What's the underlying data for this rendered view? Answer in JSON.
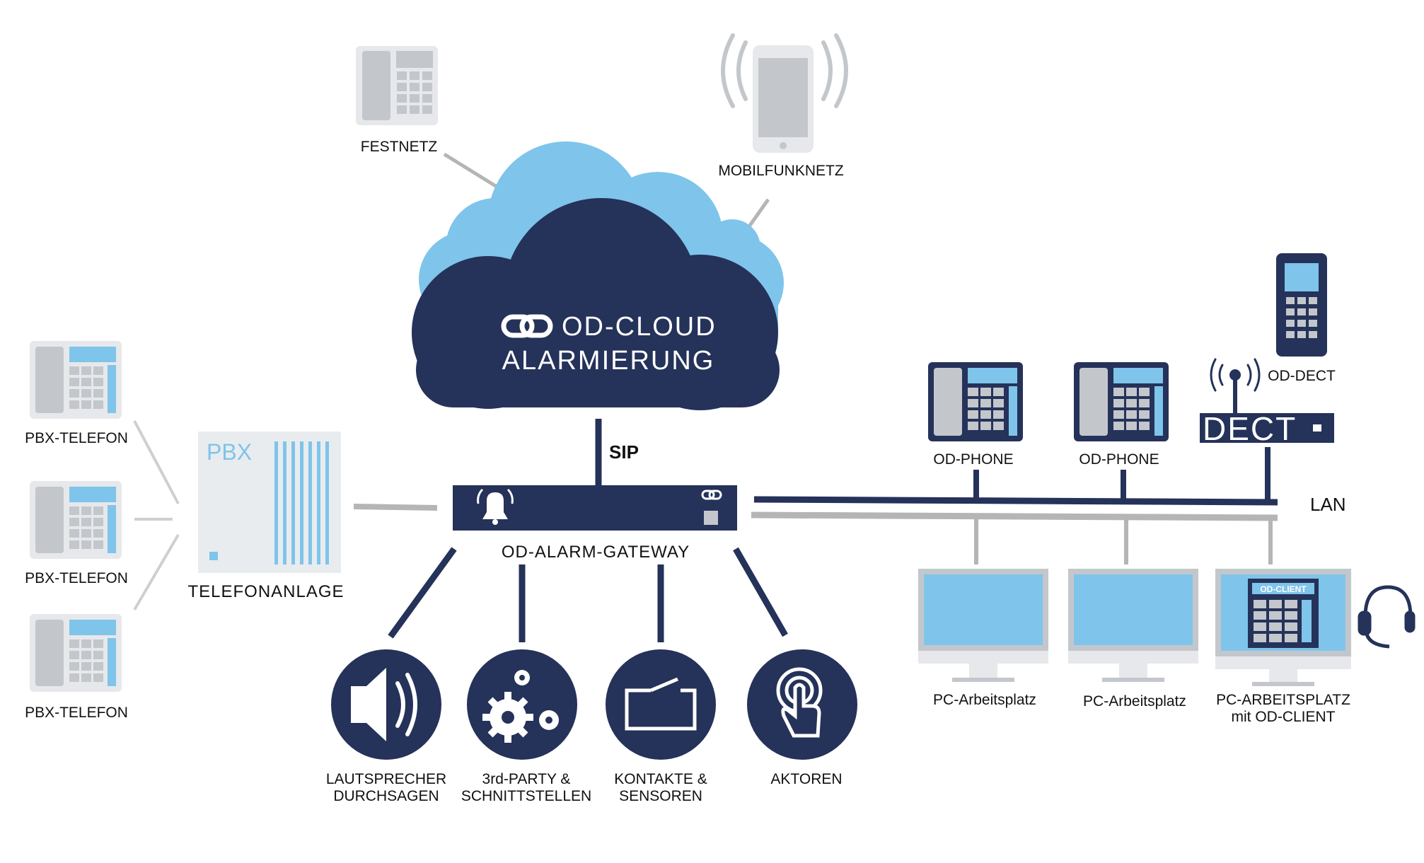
{
  "cloud": {
    "line1": "OD-CLOUD",
    "line2": "ALARMIERUNG"
  },
  "top_devices": {
    "festnetz": "FESTNETZ",
    "mobilfunknetz": "MOBILFUNKNETZ"
  },
  "links": {
    "sip": "SIP",
    "lan": "LAN"
  },
  "gateway": {
    "label": "OD-ALARM-GATEWAY"
  },
  "pbx": {
    "box_text": "PBX",
    "label": "TELEFONANLAGE",
    "phones": [
      "PBX-TELEFON",
      "PBX-TELEFON",
      "PBX-TELEFON"
    ]
  },
  "outputs": [
    {
      "icon": "speaker-icon",
      "line1": "LAUTSPRECHER",
      "line2": "DURCHSAGEN"
    },
    {
      "icon": "gears-icon",
      "line1": "3rd-PARTY &",
      "line2": "SCHNITTSTELLEN"
    },
    {
      "icon": "switch-contact-icon",
      "line1": "KONTAKTE &",
      "line2": "SENSOREN"
    },
    {
      "icon": "touch-hand-icon",
      "line1": "AKTOREN",
      "line2": ""
    }
  ],
  "lan_devices": {
    "od_phones": [
      "OD-PHONE",
      "OD-PHONE"
    ],
    "dect_base_text": "DECT",
    "od_dect": "OD-DECT",
    "pcs": [
      {
        "line1": "PC-Arbeitsplatz",
        "line2": ""
      },
      {
        "line1": "PC-Arbeitsplatz",
        "line2": ""
      },
      {
        "line1": "PC-ARBEITSPLATZ",
        "line2": "mit OD-CLIENT"
      }
    ],
    "client_screen_text": "OD-CLIENT"
  },
  "colors": {
    "navy": "#253259",
    "light_blue": "#7fc4ea",
    "grey_line": "#b5b5b5",
    "device_grey": "#c9ccd1",
    "device_light": "#e9ecef"
  }
}
